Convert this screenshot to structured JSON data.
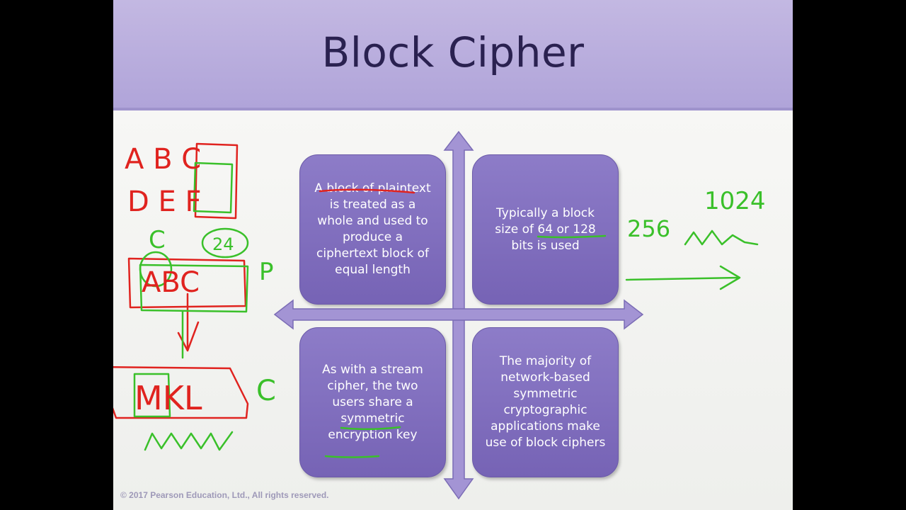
{
  "slide": {
    "title": "Block Cipher",
    "quadrants": [
      {
        "id": "top-left",
        "text": "A block of plaintext is treated as a whole and used to produce a ciphertext block of equal length"
      },
      {
        "id": "top-right",
        "text": "Typically a block size of 64 or 128 bits is used"
      },
      {
        "id": "bottom-left",
        "text": "As with a stream cipher,  the two users share a symmetric encryption key"
      },
      {
        "id": "bottom-right",
        "text": "The majority of network-based symmetric cryptographic applications make use of block ciphers"
      }
    ],
    "footer": "© 2017 Pearson Education, Ltd., All rights reserved."
  },
  "annotations": {
    "left_letters_row1": "A B C",
    "left_letters_row2": "D E F",
    "left_c": "C",
    "left_circle": "24",
    "left_block_plain": "ABC",
    "left_p": "P",
    "left_block_cipher": "MKL",
    "left_c2": "C",
    "right_1024": "1024",
    "right_256": "256"
  },
  "colors": {
    "banner": "#b3a7db",
    "title": "#2a2150",
    "card": "#7f6dbd",
    "arrow": "#a394d4",
    "ink_red": "#e0231f",
    "ink_green": "#3ac02a"
  }
}
